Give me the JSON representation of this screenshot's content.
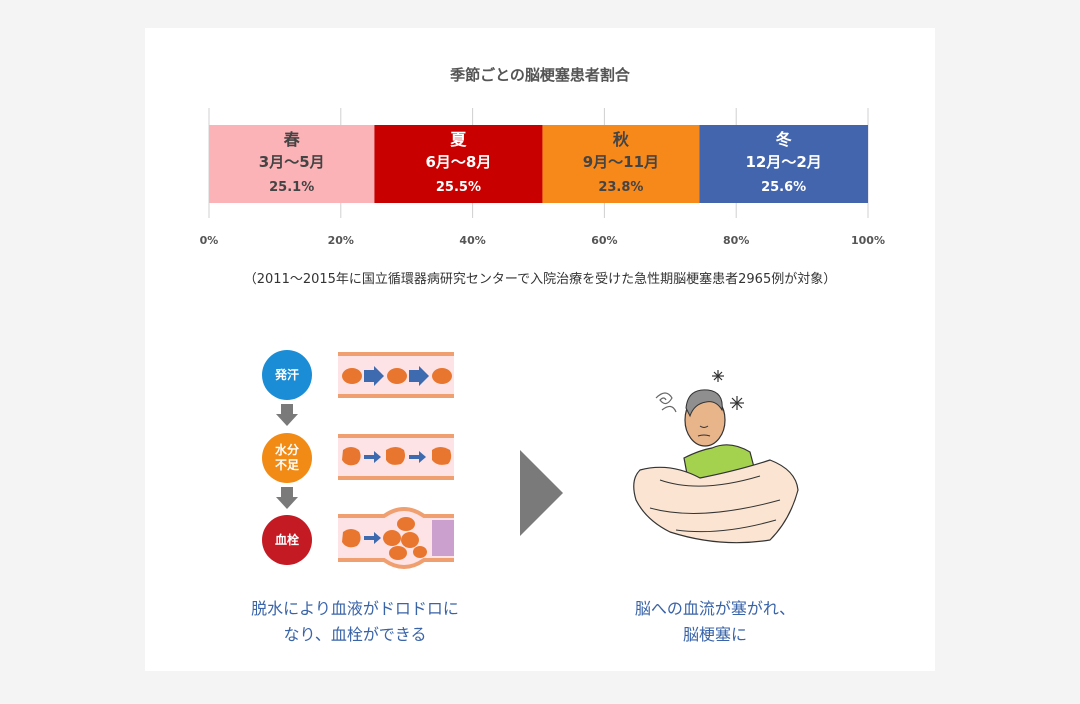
{
  "chart_data": {
    "type": "bar",
    "orientation": "horizontal",
    "stacked": true,
    "title": "季節ごとの脳梗塞患者割合",
    "categories": [
      "春",
      "夏",
      "秋",
      "冬"
    ],
    "subcategories": [
      "3月〜5月",
      "6月〜8月",
      "9月〜11月",
      "12月〜2月"
    ],
    "values": [
      25.1,
      25.5,
      23.8,
      25.6
    ],
    "value_labels": [
      "25.1%",
      "25.5%",
      "23.8%",
      "25.6%"
    ],
    "colors": [
      "#fcb3b7",
      "#c80000",
      "#f7881a",
      "#4365ae"
    ],
    "label_colors": [
      "#444444",
      "#ffffff",
      "#444444",
      "#ffffff"
    ],
    "xlim": [
      0,
      100
    ],
    "ticks": [
      "0%",
      "20%",
      "40%",
      "60%",
      "80%",
      "100%"
    ],
    "grid": true,
    "note": "（2011〜2015年に国立循環器病研究センターで入院治療を受けた急性期脳梗塞患者2965例が対象）"
  },
  "diagram": {
    "steps": [
      {
        "label": "発汗",
        "color": "#1a8dd6"
      },
      {
        "label": "水分\n不足",
        "color": "#f18b16"
      },
      {
        "label": "血栓",
        "color": "#c41a24"
      }
    ],
    "left_caption": "脱水により血液がドロドロに\nなり、血栓ができる",
    "right_caption": "脳への血流が塞がれ、\n脳梗塞に"
  }
}
